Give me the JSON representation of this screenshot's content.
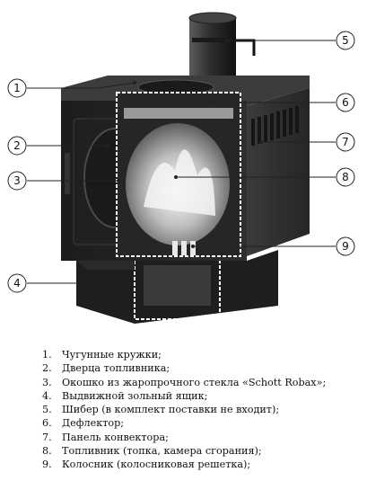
{
  "callouts": [
    "1",
    "2",
    "3",
    "4",
    "5",
    "6",
    "7",
    "8",
    "9"
  ],
  "legend": [
    {
      "num": "1.",
      "text": "Чугунные кружки;"
    },
    {
      "num": "2.",
      "text": "Дверца топливника;"
    },
    {
      "num": "3.",
      "text": "Окошко из жаропрочного стекла «Schott Robax»;"
    },
    {
      "num": "4.",
      "text": "Выдвижной зольный ящик;"
    },
    {
      "num": "5.",
      "text": "Шибер (в комплект поставки не входит);"
    },
    {
      "num": "6.",
      "text": "Дефлектор;"
    },
    {
      "num": "7.",
      "text": "Панель конвектора;"
    },
    {
      "num": "8.",
      "text": "Топливник (топка, камера сгорания);"
    },
    {
      "num": "9.",
      "text": "Колосник (колосниковая решетка);"
    }
  ],
  "colors": {
    "body": "#2b2b2b",
    "body_dark": "#161616",
    "interior": "#d9d9d9",
    "cut_line": "#ffffff",
    "fire": "#f2f2f2"
  }
}
